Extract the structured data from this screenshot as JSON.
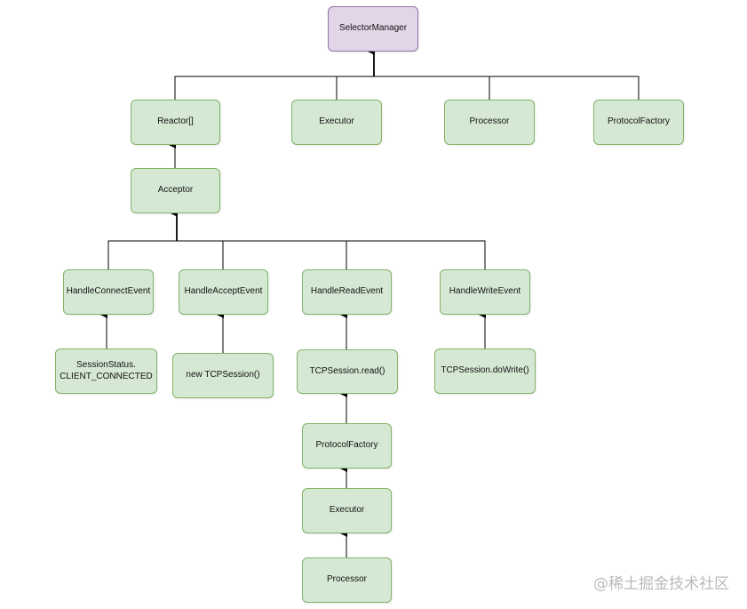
{
  "diagram": {
    "nodes": {
      "selector_manager": "SelectorManager",
      "reactor": "Reactor[]",
      "executor_top": "Executor",
      "processor_top": "Processor",
      "protocol_factory_top": "ProtocolFactory",
      "acceptor": "Acceptor",
      "handle_connect_event": "HandleConnectEvent",
      "handle_accept_event": "HandleAcceptEvent",
      "handle_read_event": "HandleReadEvent",
      "handle_write_event": "HandleWriteEvent",
      "session_status": "SessionStatus.\nCLIENT_CONNECTED",
      "new_tcp_session": "new TCPSession()",
      "tcp_session_read": "TCPSession.read()",
      "tcp_session_dowrite": "TCPSession.doWrite()",
      "protocol_factory_chain": "ProtocolFactory",
      "executor_chain": "Executor",
      "processor_chain": "Processor"
    },
    "colors": {
      "root_fill": "#e1d5e7",
      "root_border": "#9673a6",
      "node_fill": "#d5e8d4",
      "node_border": "#82b366",
      "edge": "#000000"
    }
  },
  "watermark": "@稀土掘金技术社区"
}
